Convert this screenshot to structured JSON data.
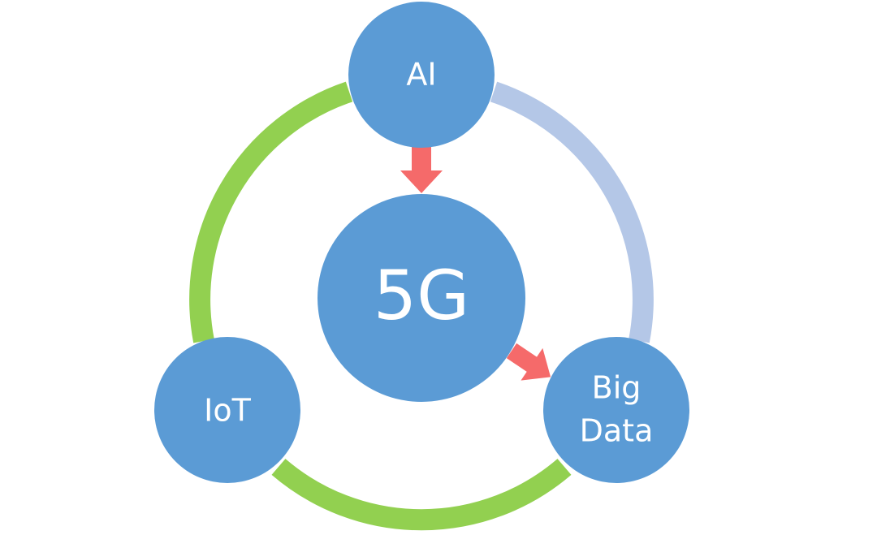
{
  "nodes": {
    "ai": {
      "label": "AI"
    },
    "center": {
      "label": "5G"
    },
    "iot": {
      "label": "IoT"
    },
    "bigdata": {
      "label_line1": "Big",
      "label_line2": "Data"
    }
  },
  "colors": {
    "node_fill": "#5b9bd5",
    "ring_green": "#92d050",
    "ring_light_blue": "#b4c7e7",
    "arrow": "#f56a6a",
    "text": "#ffffff"
  }
}
